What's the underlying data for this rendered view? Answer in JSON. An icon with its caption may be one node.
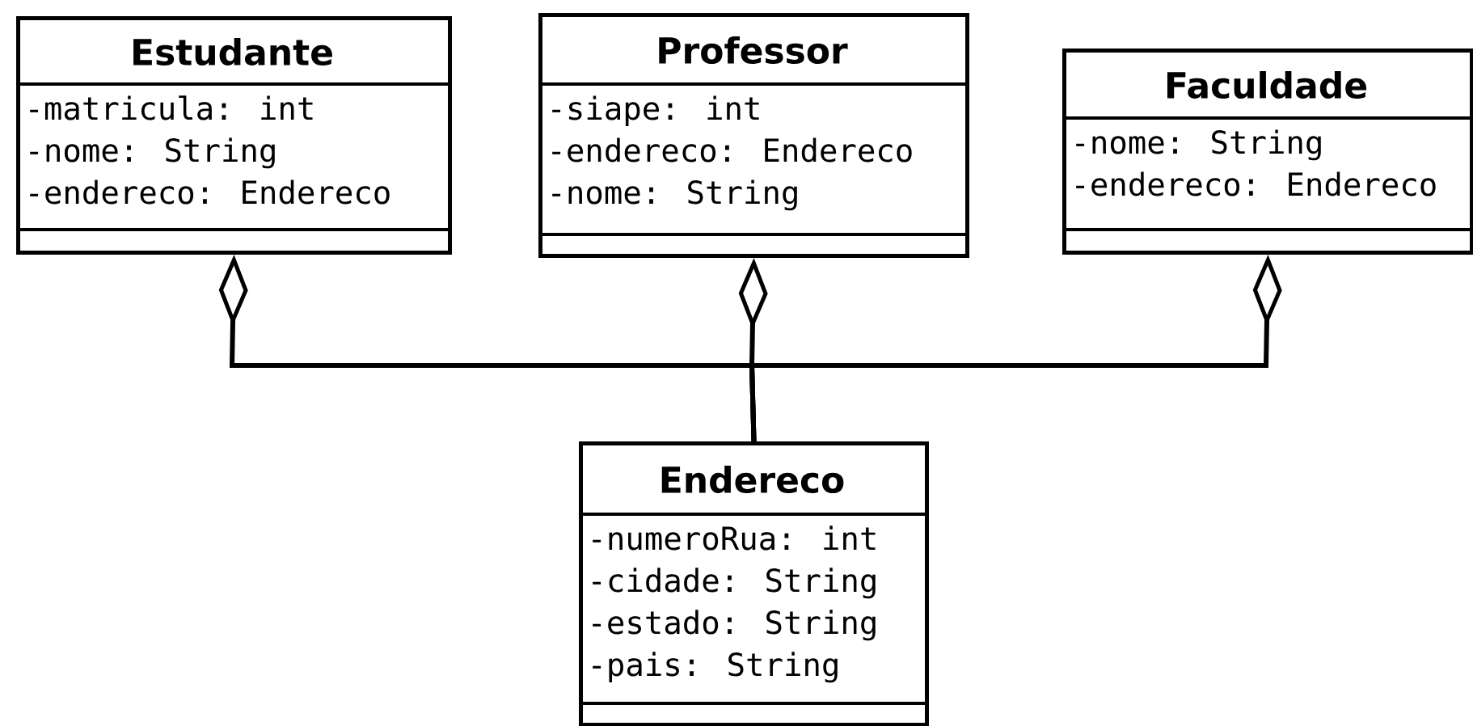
{
  "diagram": {
    "nodes": [
      {
        "text": [
          "Estudante",
          "-matricula: int",
          "-nome: String",
          "-endereco: Endereco"
        ]
      },
      {
        "text": [
          "Professor",
          "-siape: int",
          "-endereco: Endereco",
          "-nome: String"
        ]
      },
      {
        "text": [
          "Faculdade",
          "-nome: String",
          "-endereco: Endereco"
        ]
      },
      {
        "text": [
          "Endereco",
          "-numeroRua: int",
          "-cidade: String",
          "-estado: String",
          "-pais: String"
        ]
      }
    ],
    "edges": [
      {
        "from": 0,
        "to": 3,
        "arrow": "other"
      },
      {
        "from": 1,
        "to": 3,
        "arrow": "other"
      },
      {
        "from": 2,
        "to": 3,
        "arrow": "other"
      }
    ]
  }
}
